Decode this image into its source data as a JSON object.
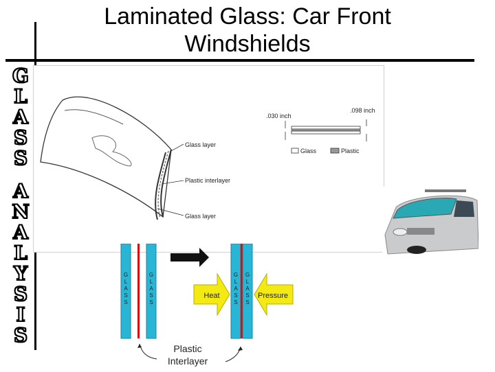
{
  "slide": {
    "title_line1": "Laminated Glass: Car Front",
    "title_line2": "Windshields",
    "side_text_word1": [
      "G",
      "L",
      "A",
      "S",
      "S"
    ],
    "side_text_word2": [
      "A",
      "N",
      "A",
      "L",
      "Y",
      "S",
      "I",
      "S"
    ]
  },
  "windshield_diagram": {
    "labels": {
      "glass_layer_top": "Glass layer",
      "plastic_interlayer": "Plastic interlayer",
      "glass_layer_bottom": "Glass layer"
    },
    "cross_section": {
      "thickness_left": ".030 inch",
      "thickness_right": ".098 inch",
      "legend_glass": "Glass",
      "legend_plastic": "Plastic"
    }
  },
  "lamination_process": {
    "glass_letters": [
      "G",
      "L",
      "A",
      "S",
      "S"
    ],
    "heat_label": "Heat",
    "pressure_label": "Pressure",
    "interlayer_label_line1": "Plastic",
    "interlayer_label_line2": "Interlayer",
    "colors": {
      "glass": "#29b6d6",
      "interlayer": "#d01010",
      "arrow_fill": "#f2ea12"
    }
  }
}
